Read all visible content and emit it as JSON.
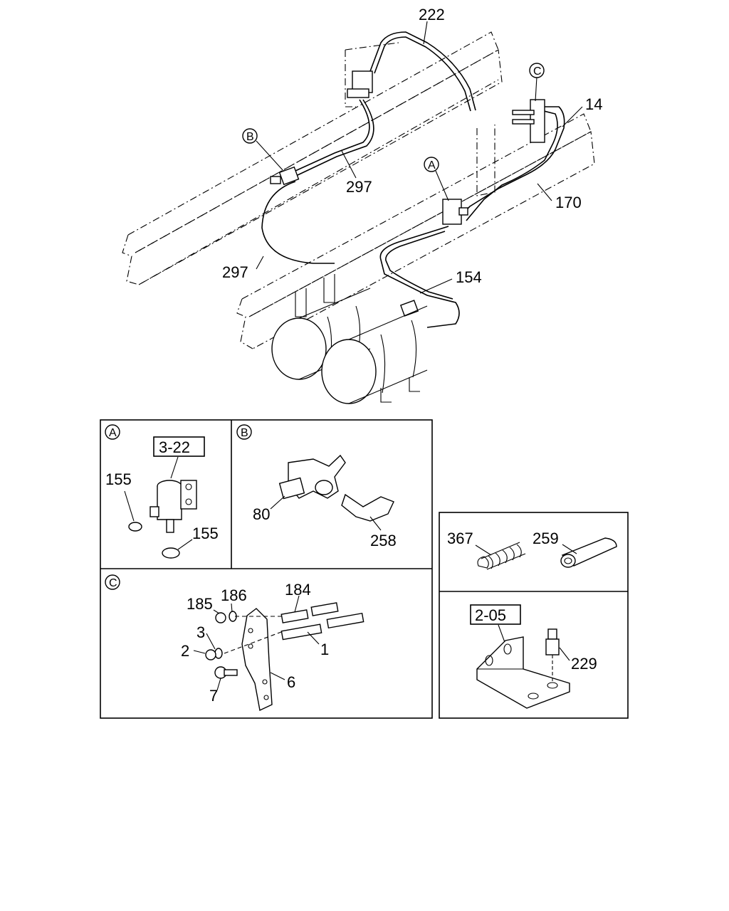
{
  "main_view": {
    "callouts": {
      "c222": "222",
      "c14": "14",
      "c170": "170",
      "c297a": "297",
      "c297b": "297",
      "c154": "154"
    },
    "markers": {
      "A": "A",
      "B": "B",
      "C": "C"
    }
  },
  "detail_A": {
    "marker": "A",
    "ref_box": "3-22",
    "c155a": "155",
    "c155b": "155"
  },
  "detail_B": {
    "marker": "B",
    "c80": "80",
    "c258": "258"
  },
  "detail_C": {
    "marker": "C",
    "c185": "185",
    "c186": "186",
    "c184": "184",
    "c3": "3",
    "c2": "2",
    "c1": "1",
    "c7": "7",
    "c6": "6"
  },
  "detail_hose": {
    "c367": "367",
    "c259": "259"
  },
  "detail_bracket": {
    "ref_box": "2-05",
    "c229": "229"
  }
}
